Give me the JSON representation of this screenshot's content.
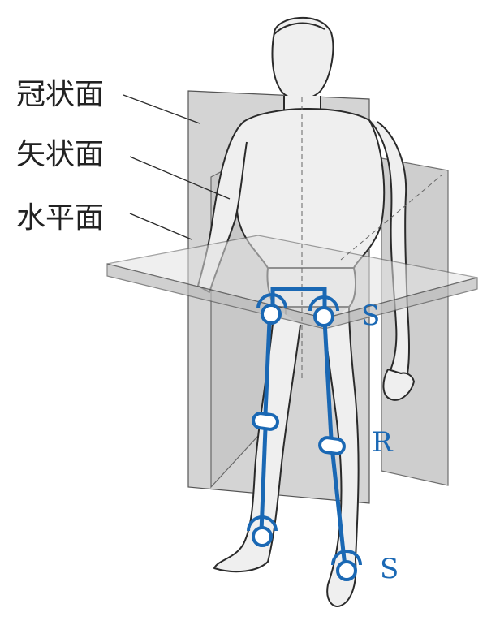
{
  "labels": {
    "coronal": "冠状面",
    "sagittal": "矢状面",
    "transverse": "水平面"
  },
  "joint_labels": {
    "hip": "S",
    "knee": "R",
    "ankle": "S"
  },
  "colors": {
    "mechanism": "#1a68b4",
    "outline": "#2a2a2a",
    "plane_fill": "#cfcfcf",
    "plane_edge": "#555555"
  }
}
